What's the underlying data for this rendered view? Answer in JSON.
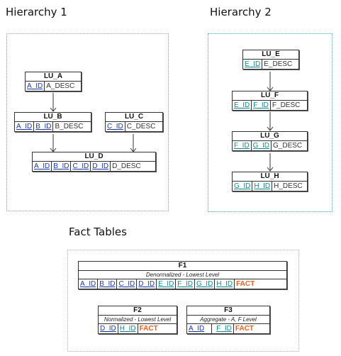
{
  "headings": {
    "hierarchy1": "Hierarchy 1",
    "hierarchy2": "Hierarchy 2",
    "fact_tables": "Fact Tables"
  },
  "colors": {
    "panel_blue": "#8a97d6",
    "panel_teal": "#5fb3a8",
    "panel_orange": "#e59a70",
    "key_blue": "#1a3aa8",
    "key_teal": "#0b8a95",
    "fact_orange": "#e8641b"
  },
  "tables": {
    "lu_a": {
      "name": "LU_A",
      "cols": [
        "A_ID",
        "A_DESC"
      ]
    },
    "lu_b": {
      "name": "LU_B",
      "cols": [
        "A_ID",
        "B_ID",
        "B_DESC"
      ]
    },
    "lu_c": {
      "name": "LU_C",
      "cols": [
        "C_ID",
        "C_DESC"
      ]
    },
    "lu_d": {
      "name": "LU_D",
      "cols": [
        "A_ID",
        "B_ID",
        "C_ID",
        "D_ID",
        "D_DESC"
      ]
    },
    "lu_e": {
      "name": "LU_E",
      "cols": [
        "E_ID",
        "E_DESC"
      ]
    },
    "lu_f": {
      "name": "LU_F",
      "cols": [
        "E_ID",
        "F_ID",
        "F_DESC"
      ]
    },
    "lu_g": {
      "name": "LU_G",
      "cols": [
        "F_ID",
        "G_ID",
        "G_DESC"
      ]
    },
    "lu_h": {
      "name": "LU_H",
      "cols": [
        "G_ID",
        "H_ID",
        "H_DESC"
      ]
    },
    "f1": {
      "name": "F1",
      "subtitle": "Denormalized - Lowest Level",
      "cols": [
        "A_ID",
        "B_ID",
        "C_ID",
        "D_ID",
        "E_ID",
        "F_ID",
        "G_ID",
        "H_ID",
        "FACT"
      ]
    },
    "f2": {
      "name": "F2",
      "subtitle": "Normalized - Lowest Level",
      "cols": [
        "D_ID",
        "H_ID",
        "FACT"
      ]
    },
    "f3": {
      "name": "F3",
      "subtitle": "Aggregate - A, F Level",
      "cols": [
        "A_ID",
        "F_ID",
        "FACT"
      ]
    }
  }
}
